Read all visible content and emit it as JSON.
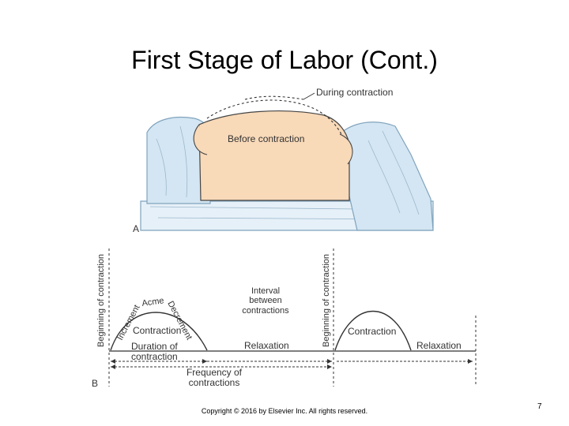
{
  "title": "First Stage of Labor (Cont.)",
  "panel_a": {
    "letter": "A",
    "during_label": "During contraction",
    "before_label": "Before contraction"
  },
  "panel_b": {
    "letter": "B",
    "beginning_label": "Beginning of contraction",
    "increment_label": "Increment",
    "acme_label": "Acme",
    "decrement_label": "Decrement",
    "contraction_label": "Contraction",
    "duration_line1": "Duration of",
    "duration_line2": "contraction",
    "interval_line1": "Interval",
    "interval_line2": "between",
    "interval_line3": "contractions",
    "relaxation_label": "Relaxation",
    "frequency_line1": "Frequency of",
    "frequency_line2": "contractions"
  },
  "footer": "Copyright © 2016 by Elsevier Inc. All rights reserved.",
  "page_number": "7",
  "colors": {
    "abdomen": "#f8d9b8",
    "sheet": "#d4e6f3",
    "sheet_stroke": "#7fa3bd",
    "ink": "#333333"
  }
}
